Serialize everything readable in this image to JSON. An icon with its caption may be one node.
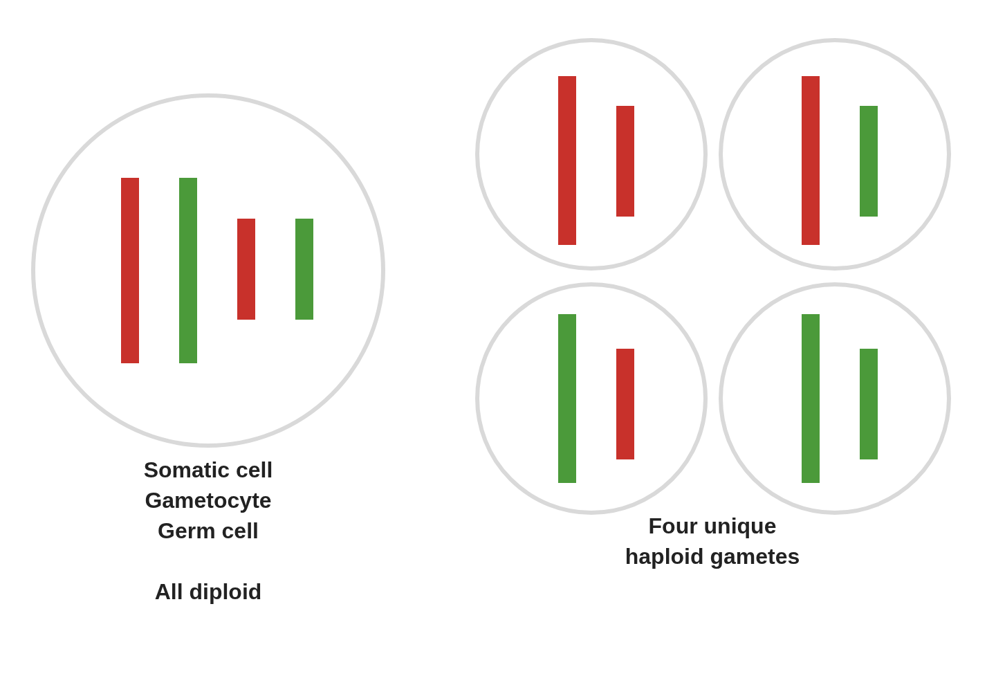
{
  "diagram": {
    "nodes": [
      {
        "text": [],
        "shape": "circle",
        "beside": [
          "Somatic cell",
          "Gametocyte",
          "Germ cell",
          "All diploid"
        ]
      },
      {
        "text": [],
        "shape": "bar",
        "in": 0
      },
      {
        "text": [],
        "shape": "bar",
        "in": 0
      },
      {
        "text": [],
        "shape": "bar",
        "in": 0
      },
      {
        "text": [],
        "shape": "bar",
        "in": 0
      },
      {
        "text": [],
        "shape": "circle"
      },
      {
        "text": [],
        "shape": "bar",
        "in": 5
      },
      {
        "text": [],
        "shape": "bar",
        "in": 5
      },
      {
        "text": [],
        "shape": "circle"
      },
      {
        "text": [],
        "shape": "bar",
        "in": 8
      },
      {
        "text": [],
        "shape": "bar",
        "in": 8
      },
      {
        "text": [],
        "shape": "circle"
      },
      {
        "text": [],
        "shape": "bar",
        "in": 11
      },
      {
        "text": [],
        "shape": "bar",
        "in": 11
      },
      {
        "text": [],
        "shape": "circle"
      },
      {
        "text": [],
        "shape": "bar",
        "in": 14
      },
      {
        "text": [],
        "shape": "bar",
        "in": 14
      }
    ],
    "labels": [
      "Four unique haploid gametes"
    ]
  }
}
